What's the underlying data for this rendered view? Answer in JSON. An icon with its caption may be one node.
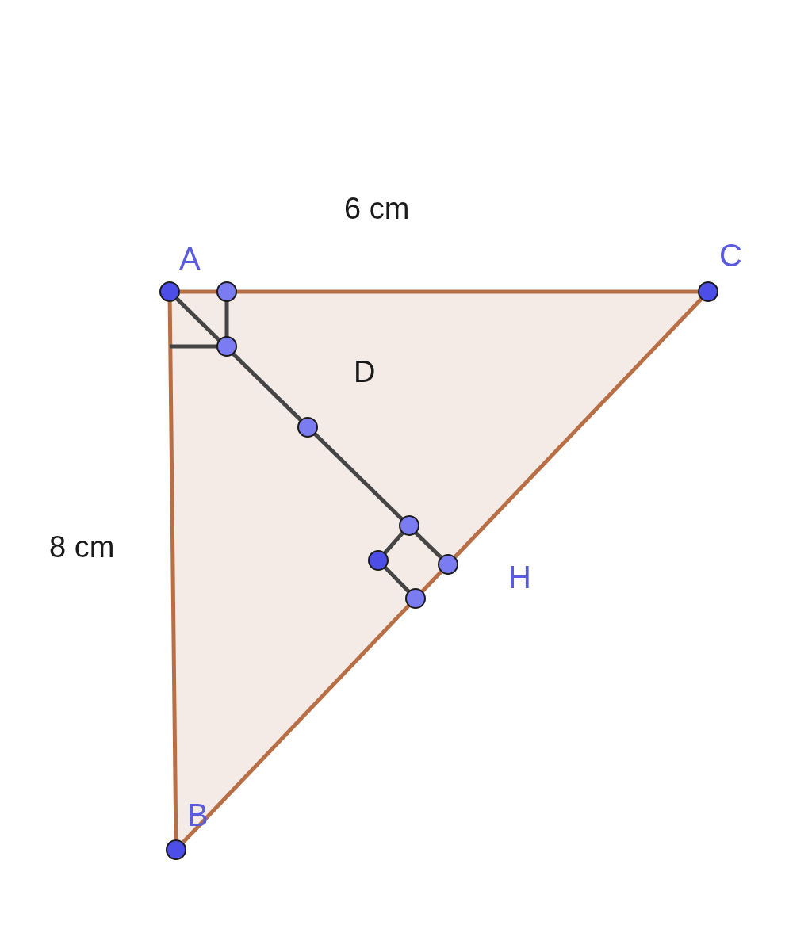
{
  "diagram": {
    "nodes": [
      {
        "text": [
          "A"
        ]
      },
      {
        "text": [
          "C"
        ]
      },
      {
        "text": [
          "B"
        ]
      },
      {
        "text": [
          "H"
        ]
      }
    ],
    "edges": [
      {
        "from": 0,
        "to": 1,
        "arrow": "none"
      },
      {
        "from": 0,
        "to": 2,
        "arrow": "none"
      },
      {
        "from": 2,
        "to": 3,
        "arrow": "none"
      },
      {
        "from": 3,
        "to": 1,
        "arrow": "none"
      },
      {
        "from": 0,
        "to": 3,
        "arrow": "none",
        "color": "#454545"
      }
    ],
    "labels": [
      "6 cm",
      "D",
      "8 cm"
    ]
  }
}
